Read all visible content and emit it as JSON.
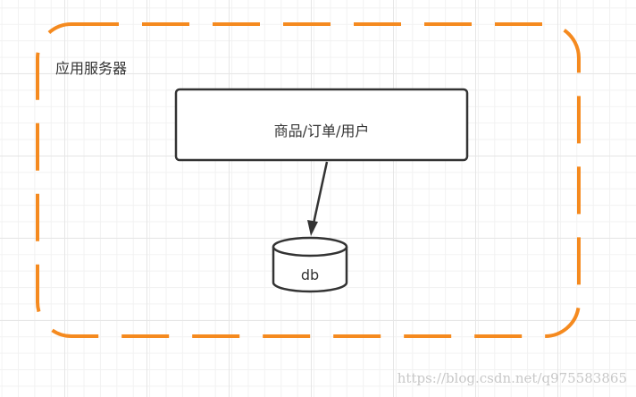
{
  "container": {
    "label": "应用服务器",
    "border_color": "#f58a1f"
  },
  "service_box": {
    "label": "商品/订单/用户"
  },
  "database": {
    "label": "db"
  },
  "edge": {
    "from": "service_box",
    "to": "database"
  },
  "watermark": "https://blog.csdn.net/q975583865"
}
